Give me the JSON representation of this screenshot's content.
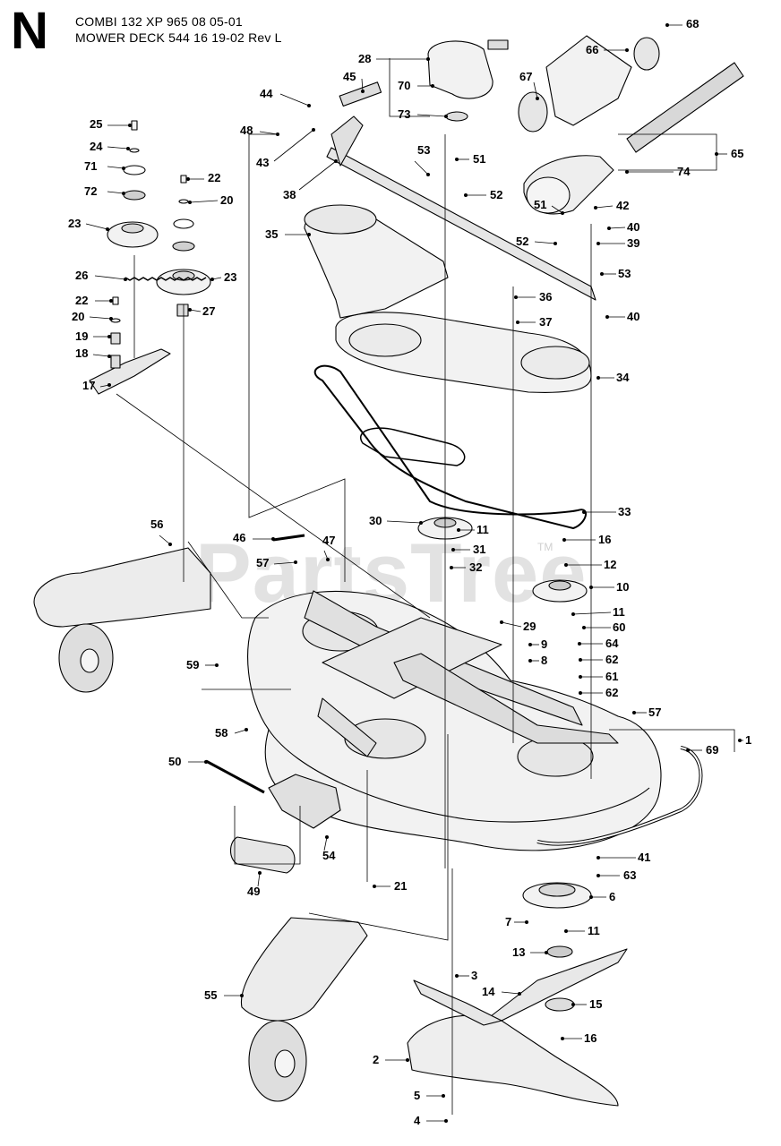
{
  "header": {
    "section_letter": "N",
    "line1": "COMBI 132 XP 965 08 05-01",
    "line2": "MOWER DECK 544 16 19-02 Rev L"
  },
  "watermark": {
    "text": "PartsTree",
    "tm": "TM"
  },
  "callouts": [
    "1",
    "2",
    "3",
    "4",
    "5",
    "6",
    "7",
    "8",
    "9",
    "10",
    "11",
    "12",
    "13",
    "14",
    "15",
    "16",
    "17",
    "18",
    "19",
    "20",
    "21",
    "22",
    "23",
    "24",
    "25",
    "26",
    "27",
    "28",
    "29",
    "30",
    "31",
    "32",
    "33",
    "34",
    "35",
    "36",
    "37",
    "38",
    "39",
    "40",
    "41",
    "42",
    "43",
    "44",
    "45",
    "46",
    "47",
    "48",
    "49",
    "50",
    "51",
    "52",
    "53",
    "54",
    "55",
    "56",
    "57",
    "58",
    "59",
    "60",
    "61",
    "62",
    "63",
    "64",
    "65",
    "66",
    "67",
    "68",
    "69",
    "70",
    "71",
    "72",
    "73",
    "74"
  ],
  "colors": {
    "line": "#000000",
    "part_fill": "#f2f2f2",
    "part_shade": "#d8d8d8",
    "watermark": "#e2e2e2"
  }
}
